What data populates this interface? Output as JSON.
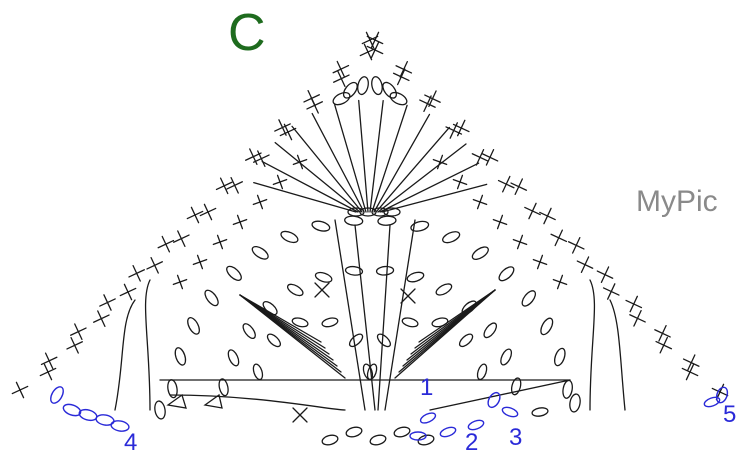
{
  "diagram": {
    "title": "C",
    "watermark": "MyPic",
    "row_numbers": [
      "1",
      "2",
      "3",
      "4",
      "5"
    ],
    "colors": {
      "title": "#1e6b1e",
      "ink": "#1a1a1a",
      "marker": "#2a2ad8",
      "watermark": "#8a8a8a"
    },
    "symbols": [
      "single-crochet-x",
      "chain-oval",
      "treble-stitch",
      "slip-stitch-marker"
    ]
  }
}
